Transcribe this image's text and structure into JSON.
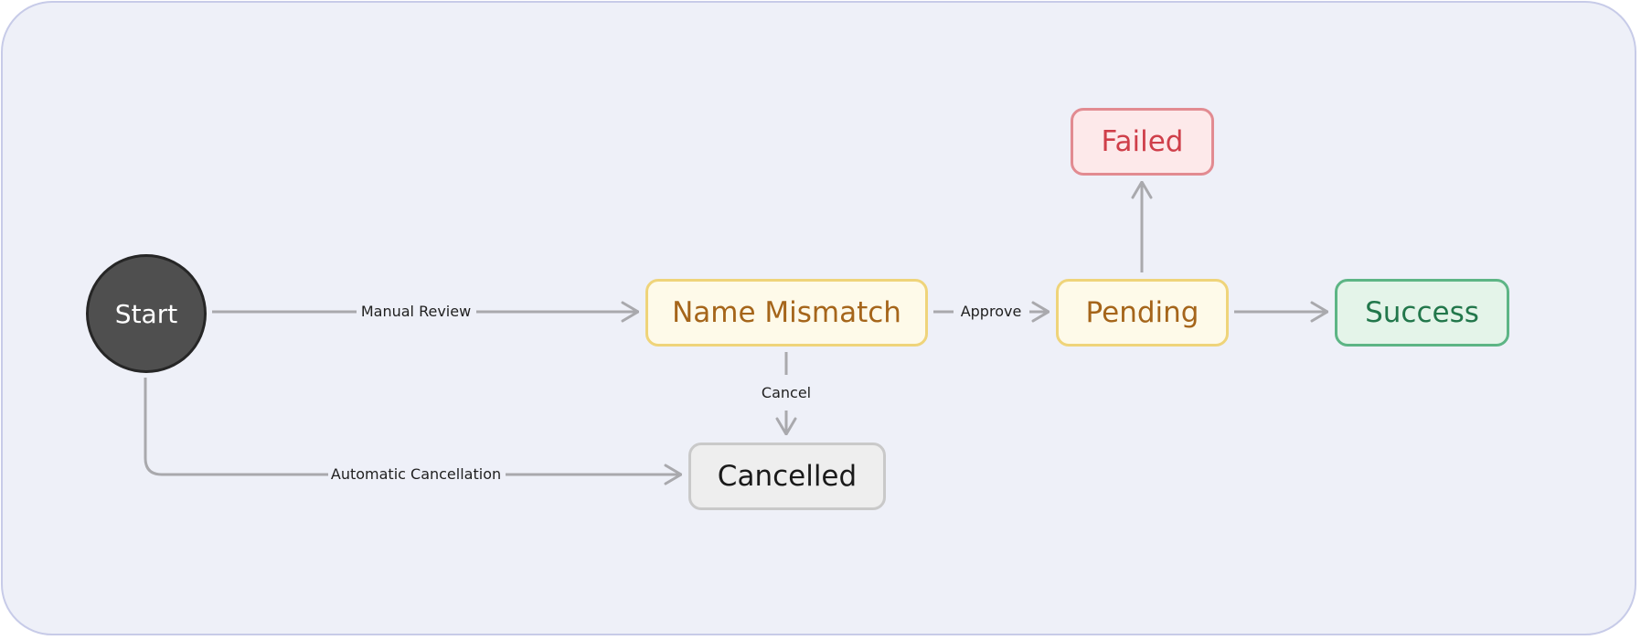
{
  "diagram": {
    "nodes": {
      "start": "Start",
      "name_mismatch": "Name Mismatch",
      "pending": "Pending",
      "failed": "Failed",
      "success": "Success",
      "cancelled": "Cancelled"
    },
    "edges": {
      "manual_review": "Manual Review",
      "approve": "Approve",
      "cancel": "Cancel",
      "automatic_cancellation": "Automatic Cancellation"
    },
    "colors": {
      "canvas_background": "#eef0f8",
      "canvas_border": "#c7cbe8",
      "edge": "#a9a9ad",
      "start_fill": "#4f4f4f",
      "pending_fill": "#fefae9",
      "pending_border": "#efd47a",
      "pending_text": "#a5651a",
      "failed_fill": "#fde9ea",
      "failed_border": "#e28b91",
      "failed_text": "#cf3f4a",
      "success_fill": "#e4f4e9",
      "success_border": "#5db585",
      "success_text": "#22774b",
      "cancelled_fill": "#eeeeee",
      "cancelled_border": "#c9c9c9"
    }
  }
}
